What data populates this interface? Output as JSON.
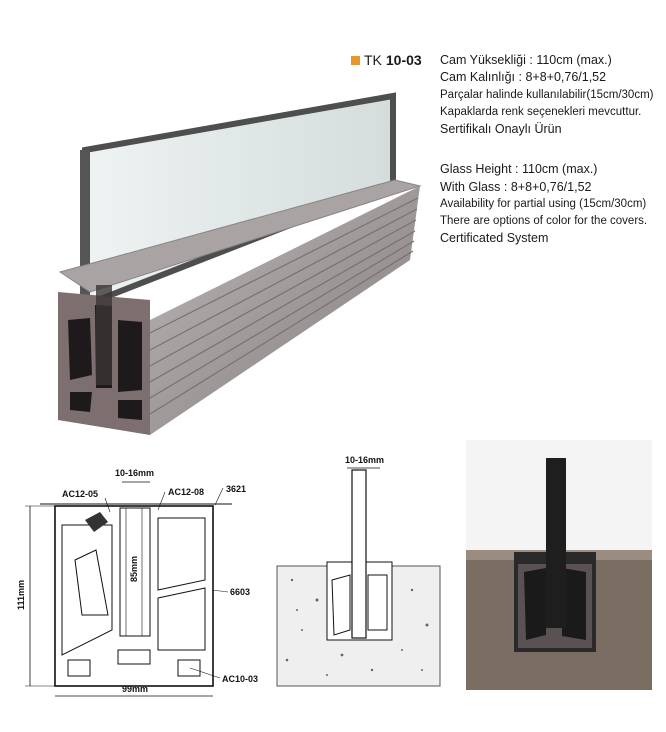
{
  "product": {
    "code_prefix": "TK",
    "code_number": "10-03",
    "accent": "#e8962e"
  },
  "specs_tr": {
    "line1": "Cam Yüksekliği : 110cm (max.)",
    "line2": "Cam Kalınlığı   : 8+8+0,76/1,52",
    "line3": "Parçalar halinde kullanılabilir(15cm/30cm)",
    "line4": "Kapaklarda renk seçenekleri mevcuttur.",
    "line5": "Sertifikalı Onaylı Ürün"
  },
  "specs_en": {
    "line1": "Glass Height : 110cm (max.)",
    "line2": "With Glass    : 8+8+0,76/1,52",
    "line3": "Availability for partial using (15cm/30cm)",
    "line4": "There are options of color for the covers.",
    "line5": "Certificated System"
  },
  "drawing": {
    "gap_label": "10-16mm",
    "ac_left": "AC12-05",
    "ac_right": "AC12-08",
    "part_top": "3621",
    "depth_label": "85mm",
    "height_label": "111mm",
    "part_side": "6603",
    "part_bottom": "AC10-03",
    "width_label": "99mm"
  },
  "install_drawing": {
    "gap_label": "10-16mm"
  }
}
